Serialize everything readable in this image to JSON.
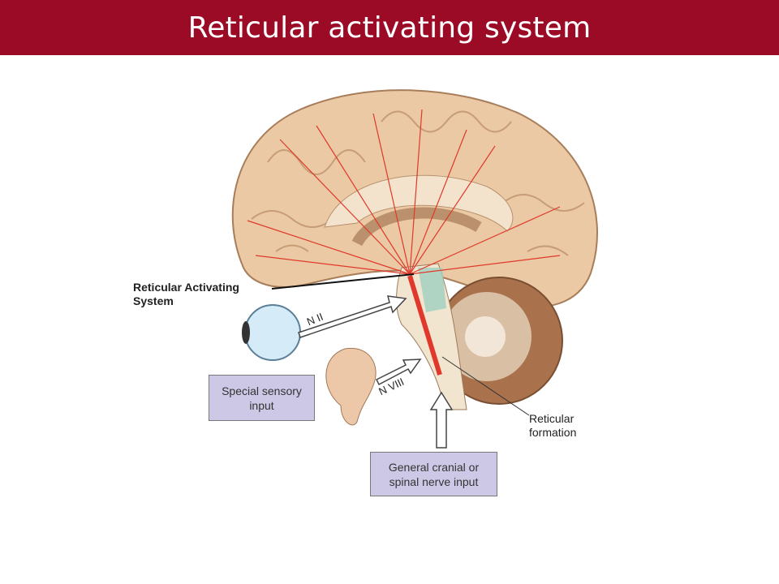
{
  "slide": {
    "title": "Reticular activating system"
  },
  "diagram": {
    "labels": {
      "ras": "Reticular Activating System",
      "n_ii": "N II",
      "n_viii": "N VIII",
      "reticular_formation": "Reticular formation",
      "special_sensory": "Special sensory input",
      "general_cranial": "General cranial or spinal nerve input"
    },
    "colors": {
      "title_bar": "#9b0b26",
      "box_fill": "#cdc8e6",
      "brain": "#e8c9a6",
      "pathway": "#e0392b"
    }
  }
}
